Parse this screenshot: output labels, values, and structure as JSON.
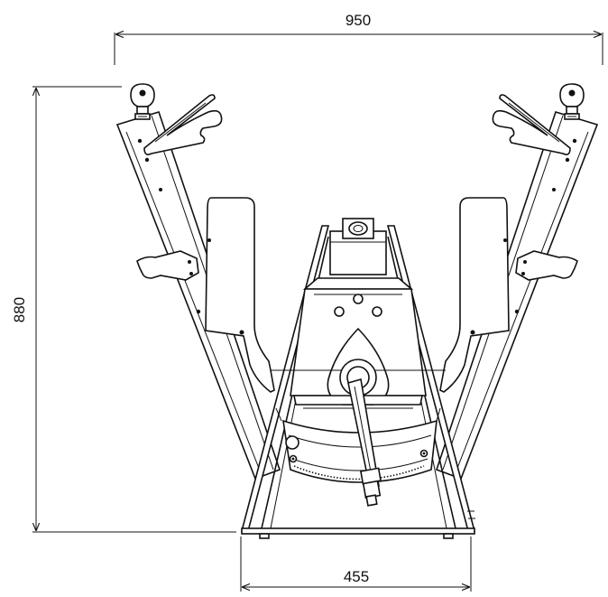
{
  "dimensions": {
    "overall_width": "950",
    "overall_height": "880",
    "base_width": "455"
  }
}
